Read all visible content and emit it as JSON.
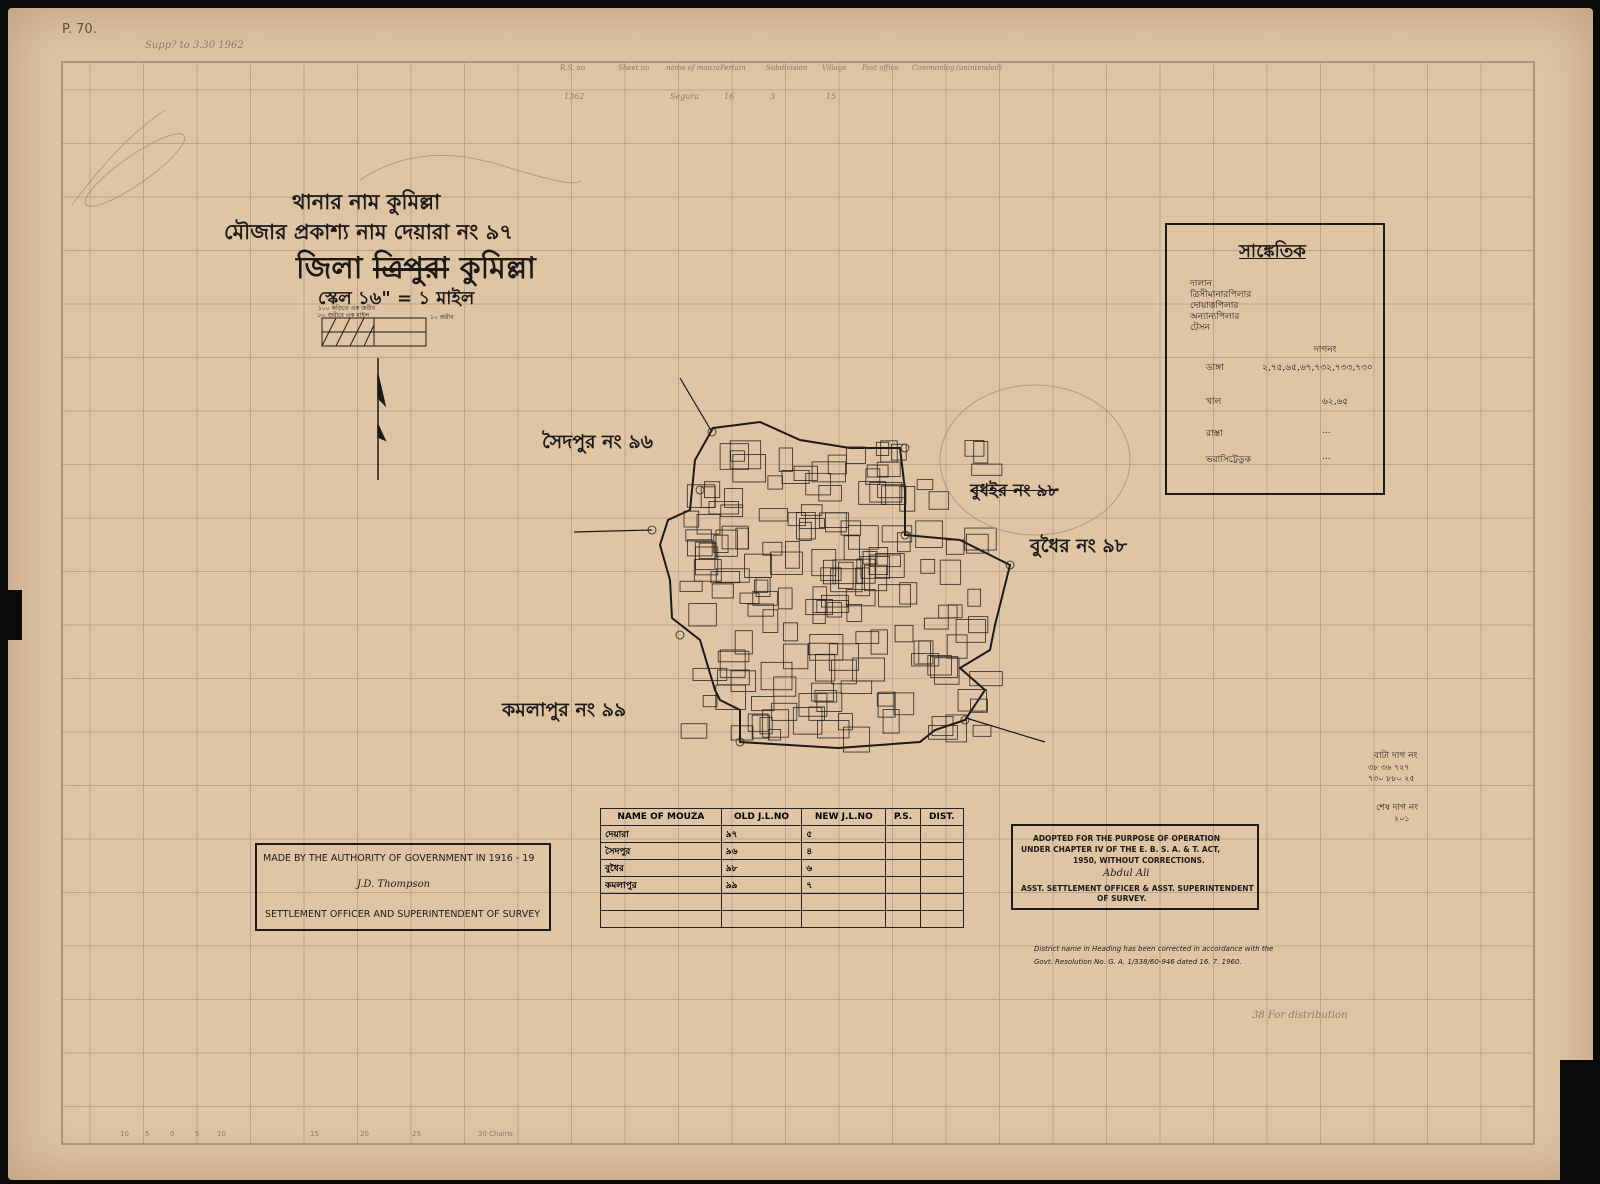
{
  "sheet_ref": "P. 70.",
  "top_note": "Supp? to 3.30 1962",
  "header_table": {
    "headers": [
      "R.S. no",
      "Sheet no",
      "name of mouza",
      "Pertain",
      "Subdivision",
      "Village",
      "Post office",
      "Commonlog",
      "(unintended)"
    ],
    "values": [
      "1362",
      "",
      "Segura",
      "16",
      "3",
      "15",
      "",
      "",
      ""
    ]
  },
  "title": {
    "thana": "থানার নাম কুমিল্লা",
    "mouza": "মৌজার প্রকাশ্য নাম দেয়ারা নং ৯৭",
    "district_prefix": "জিলা",
    "district_struck": "ত্রিপুরা",
    "district_new": "কুমিল্লা",
    "scale": "স্কেল ১৬\" = ১ মাইল",
    "scale_note1": "১০০ কড়িতে এক জরীব",
    "scale_note2": "৮০ জরীবে এক মাইল",
    "scale_end": "১০ জরীব"
  },
  "neighbors": {
    "north_west": "সৈদপুর নং ৯৬",
    "east_struck": "বুধইর নং ৯৮",
    "east": "বুধৈর নং ৯৮",
    "south_west": "কমলাপুর নং ৯৯"
  },
  "legend": {
    "title": "সাঙ্কেতিক",
    "items": [
      "দালান",
      "ত্রিসীমানারপিলার",
      "দোয়াত্তপিলার",
      "অন্যান্যপিলার",
      "টেসন"
    ],
    "plot_header": "দাগনং",
    "rows": [
      {
        "label": "ডাঙ্গা",
        "value": "২,৭৫,৬৫,৬৭,৭৩২,৭৩৩,৭৩০"
      },
      {
        "label": "খাল",
        "value": "৬২,৬৫"
      },
      {
        "label": "রাস্তা",
        "value": "..."
      },
      {
        "label": "ভরাসিট্টেডুক",
        "value": "..."
      }
    ]
  },
  "mouza_table": {
    "headers": [
      "NAME OF MOUZA",
      "OLD J.L.NO",
      "NEW J.L.NO",
      "P.S.",
      "DIST."
    ],
    "rows": [
      [
        "দেয়ারা",
        "৯৭",
        "৫",
        "",
        ""
      ],
      [
        "সৈদপুর",
        "৯৬",
        "৪",
        "",
        ""
      ],
      [
        "বুধৈর",
        "৯৮",
        "৬",
        "",
        ""
      ],
      [
        "কমলাপুর",
        "৯৯",
        "৭",
        "",
        ""
      ],
      [
        "",
        "",
        "",
        "",
        ""
      ],
      [
        "",
        "",
        "",
        "",
        ""
      ]
    ]
  },
  "authority_box": {
    "line1": "MADE BY THE AUTHORITY OF GOVERNMENT IN 1916 - 19",
    "signature": "J.D. Thompson",
    "line2": "SETTLEMENT OFFICER AND SUPERINTENDENT OF SURVEY"
  },
  "adoption_box": {
    "line1": "ADOPTED FOR THE PURPOSE OF OPERATION",
    "line2": "UNDER CHAPTER IV OF THE E. B. S. A. & T. ACT,",
    "line3": "1950, WITHOUT CORRECTIONS.",
    "signature": "Abdul Ali",
    "line4": "ASST. SETTLEMENT OFFICER & ASST. SUPERINTENDENT",
    "line5": "OF SURVEY."
  },
  "correction_note": {
    "line1": "District name in Heading has been corrected in accordance with the",
    "line2": "Govt. Resolution No. G. A. 1/338/60-946 dated 16. 7. 1960."
  },
  "right_notes": {
    "line1": "বাটা দাগ নং",
    "line2": "৩৮ ৩৬ ৭২৭",
    "line3": "৭৩০ ৮৮০ ২৫",
    "line4": "শেষ দাগ নং",
    "line5": "২০১"
  },
  "distribution_note": "38 For distribution",
  "bottom_scale": {
    "ticks": [
      "10",
      "5",
      "0",
      "5",
      "10",
      "15",
      "20",
      "25",
      "30 Chains"
    ]
  },
  "colors": {
    "paper": "#e0c5a5",
    "grid": "#b9a48f",
    "ink": "#1c1a17"
  }
}
